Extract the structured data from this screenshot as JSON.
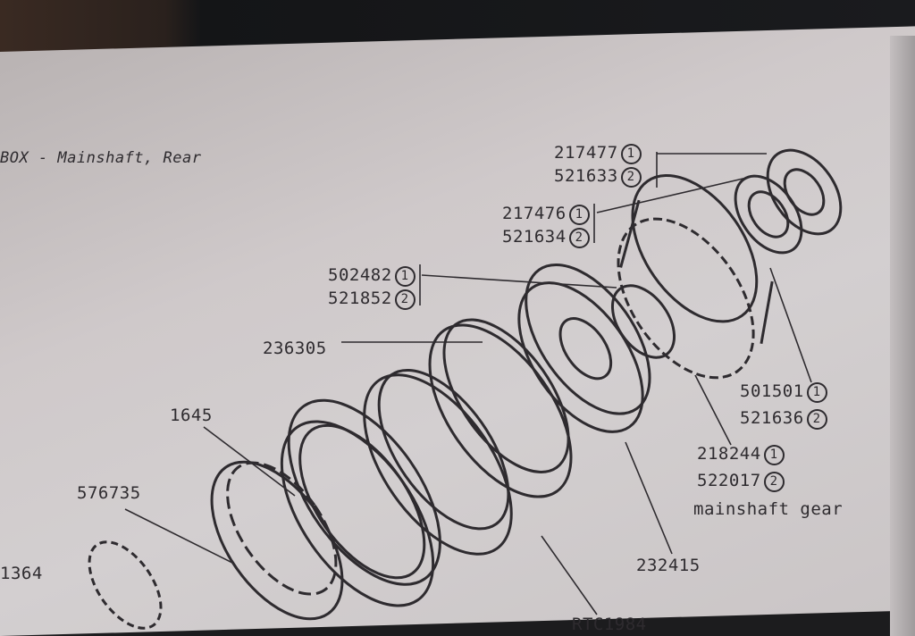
{
  "title": "BOX - Mainshaft, Rear",
  "callouts": {
    "a1": {
      "num": "217477",
      "mark": "1"
    },
    "a2": {
      "num": "521633",
      "mark": "2"
    },
    "b1": {
      "num": "217476",
      "mark": "1"
    },
    "b2": {
      "num": "521634",
      "mark": "2"
    },
    "c1": {
      "num": "502482",
      "mark": "1"
    },
    "c2": {
      "num": "521852",
      "mark": "2"
    },
    "d": "236305",
    "e": "1645",
    "f": "576735",
    "g": "1364",
    "h1": {
      "num": "501501",
      "mark": "1"
    },
    "h2": {
      "num": "521636",
      "mark": "2"
    },
    "i1": {
      "num": "218244",
      "mark": "1"
    },
    "i2": {
      "num": "522017",
      "mark": "2"
    },
    "i_desc": "mainshaft gear",
    "j": "232415",
    "k": "RTC1984"
  }
}
